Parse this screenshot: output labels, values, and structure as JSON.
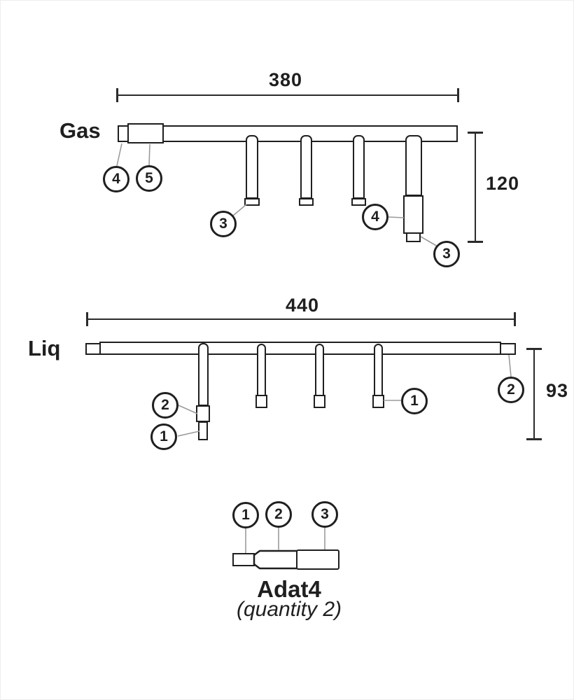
{
  "gas": {
    "label": "Gas",
    "width_dim": "380",
    "height_dim": "120",
    "callout_inlet_adapter": "4",
    "callout_inlet_body": "5",
    "callout_drop_tip": "3",
    "callout_drop4_body": "4",
    "callout_drop4_tip": "3"
  },
  "liq": {
    "label": "Liq",
    "width_dim": "440",
    "height_dim": "93",
    "callout_drop1_collar": "2",
    "callout_drop1_tip": "1",
    "callout_drop4_tip": "1",
    "callout_end_cap": "2"
  },
  "adapter": {
    "title": "Adat4",
    "subtitle": "(quantity 2)",
    "callout_tip": "1",
    "callout_body": "2",
    "callout_sleeve": "3"
  },
  "colors": {
    "line": "#1f1f1f",
    "leader": "#9b9b9b",
    "background": "#ffffff"
  }
}
